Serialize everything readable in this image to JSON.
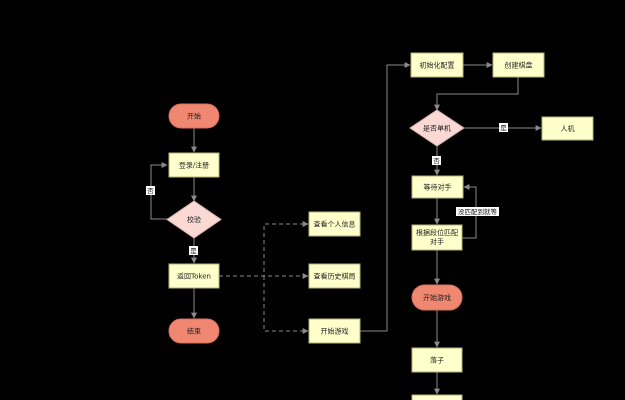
{
  "nodes": {
    "start": "开始",
    "login": "登录/注册",
    "verify": "校验",
    "return_token": "返回Token",
    "end": "结束",
    "view_info": "查看个人信息",
    "view_history": "查看历史棋局",
    "start_game_menu": "开始游戏",
    "init_config": "初始化配置",
    "create_board": "创建棋盘",
    "is_single": "是否单机",
    "ai": "人机",
    "wait_opponent": "等待对手",
    "match": "根据段位匹配对手",
    "start_game": "开始游戏",
    "move": "落子"
  },
  "edge_labels": {
    "verify_fail": "否",
    "verify_ok": "是",
    "single_yes": "是",
    "single_no": "否",
    "no_match": "没匹配到就等"
  },
  "colors": {
    "process_fill": "#ffffcc",
    "terminal_fill": "#f08771",
    "decision_fill": "#fad9d5",
    "edge": "#8a8a8a"
  }
}
